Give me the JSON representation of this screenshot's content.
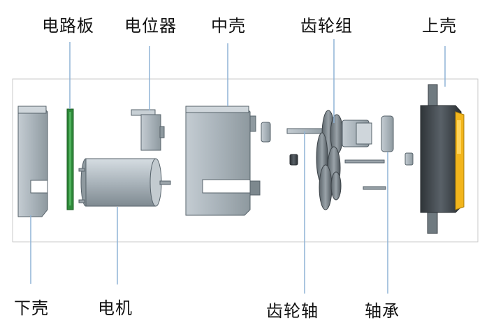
{
  "labels": {
    "circuit_board": "电路板",
    "potentiometer": "电位器",
    "middle_shell": "中壳",
    "gear_set": "齿轮组",
    "upper_shell": "上壳",
    "lower_shell": "下壳",
    "motor": "电机",
    "gear_shaft": "齿轮轴",
    "bearing": "轴承"
  },
  "colors": {
    "part_fill": "#a7b1b8",
    "part_stroke": "#56626a",
    "circuit_board": "#2f8a3a",
    "upper_shell_accent": "#f2b51c",
    "leader_line": "#8fb3d6",
    "frame": "#c9c9c9"
  }
}
